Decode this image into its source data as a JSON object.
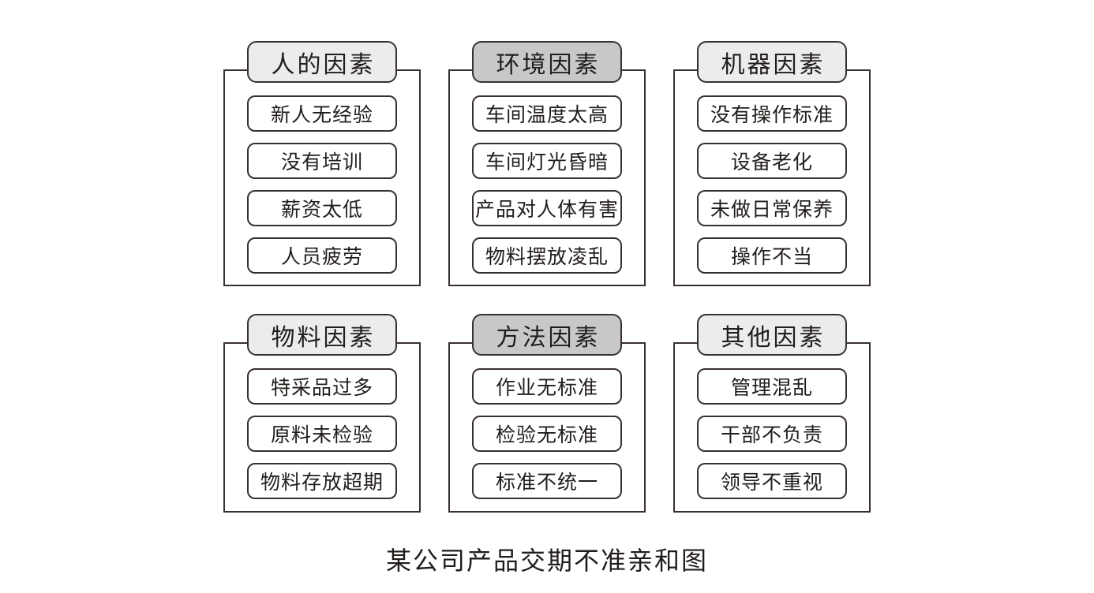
{
  "title": "某公司产品交期不准亲和图",
  "colors": {
    "border": "#38302d",
    "header_light": "#ececec",
    "header_dark": "#c8c8c8",
    "card_fill": "#ffffff",
    "background": "#ffffff",
    "text": "#211d1b"
  },
  "groups": [
    {
      "label": "人的因素",
      "shade": "light",
      "items": [
        "新人无经验",
        "没有培训",
        "薪资太低",
        "人员疲劳"
      ]
    },
    {
      "label": "环境因素",
      "shade": "dark",
      "items": [
        "车间温度太高",
        "车间灯光昏暗",
        "产品对人体有害",
        "物料摆放凌乱"
      ]
    },
    {
      "label": "机器因素",
      "shade": "light",
      "items": [
        "没有操作标准",
        "设备老化",
        "未做日常保养",
        "操作不当"
      ]
    },
    {
      "label": "物料因素",
      "shade": "light",
      "items": [
        "特采品过多",
        "原料未检验",
        "物料存放超期"
      ]
    },
    {
      "label": "方法因素",
      "shade": "dark",
      "items": [
        "作业无标准",
        "检验无标准",
        "标准不统一"
      ]
    },
    {
      "label": "其他因素",
      "shade": "light",
      "items": [
        "管理混乱",
        "干部不负责",
        "领导不重视"
      ]
    }
  ]
}
